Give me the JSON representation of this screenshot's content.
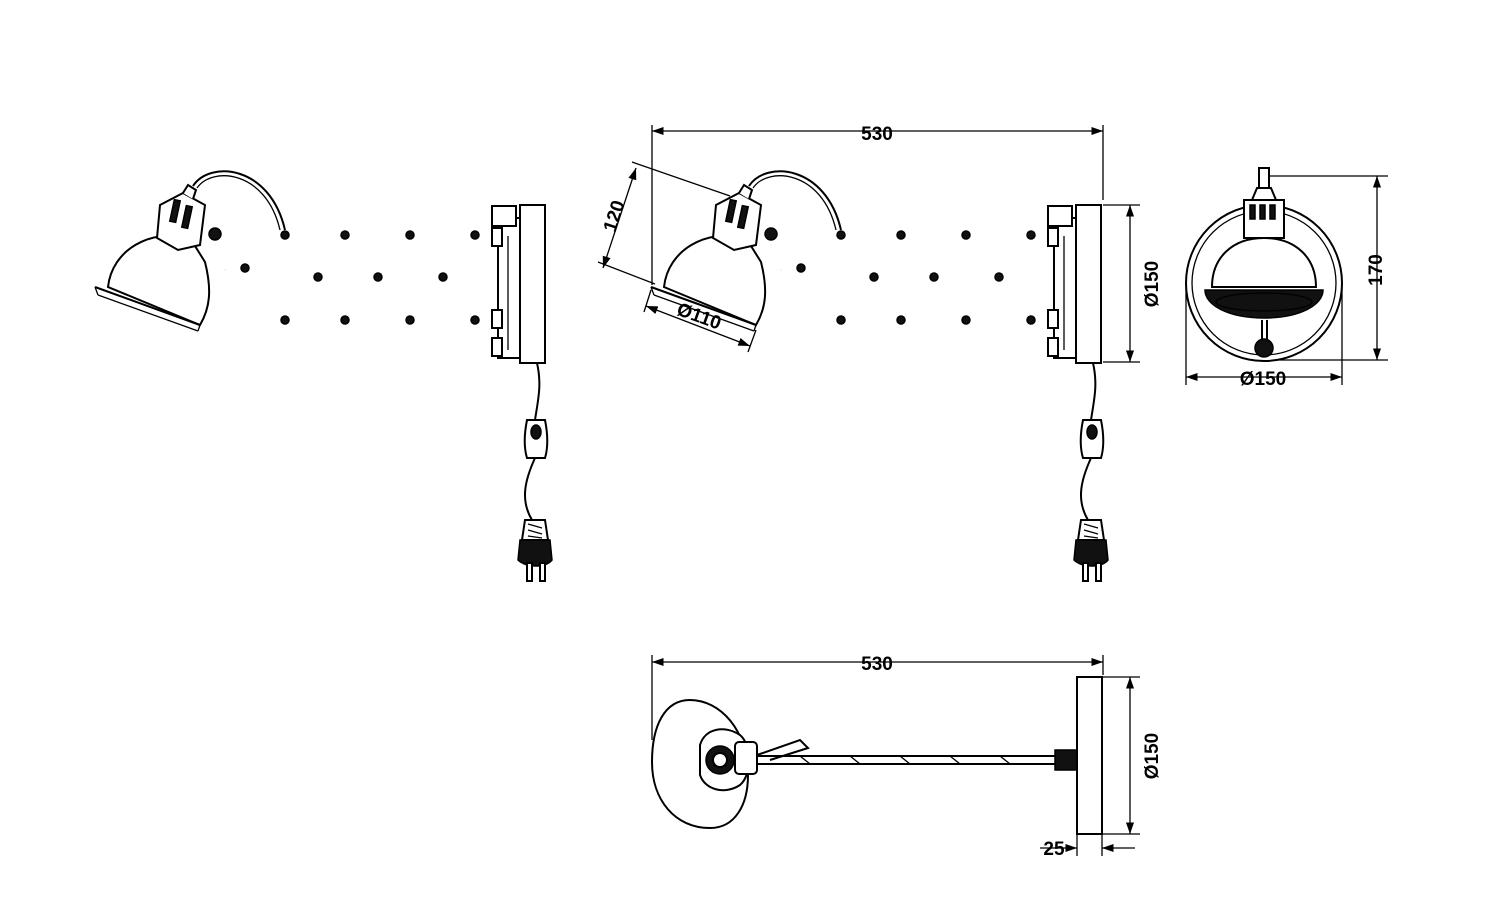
{
  "dimensions": {
    "width_top": "530",
    "shade_height": "120",
    "shade_diameter": "Ø110",
    "backplate_side": "Ø150",
    "height_front": "170",
    "backplate_front": "Ø150",
    "width_bottom": "530",
    "backplate_bottom": "Ø150",
    "plate_depth": "25"
  }
}
